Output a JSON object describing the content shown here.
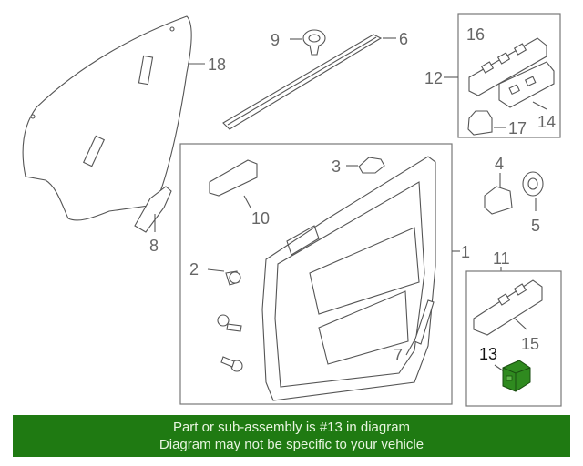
{
  "diagram": {
    "callouts": {
      "c1": "1",
      "c2": "2",
      "c3": "3",
      "c4": "4",
      "c5": "5",
      "c6": "6",
      "c7": "7",
      "c8": "8",
      "c9": "9",
      "c10": "10",
      "c11": "11",
      "c12": "12",
      "c13": "13",
      "c14": "14",
      "c15": "15",
      "c16": "16",
      "c17": "17",
      "c18": "18"
    },
    "highlight_color": "#2f8a1f"
  },
  "banner": {
    "line1": "Part or sub-assembly is #13 in diagram",
    "line2": "Diagram may not be specific to your vehicle",
    "color": "#1f7a12"
  }
}
